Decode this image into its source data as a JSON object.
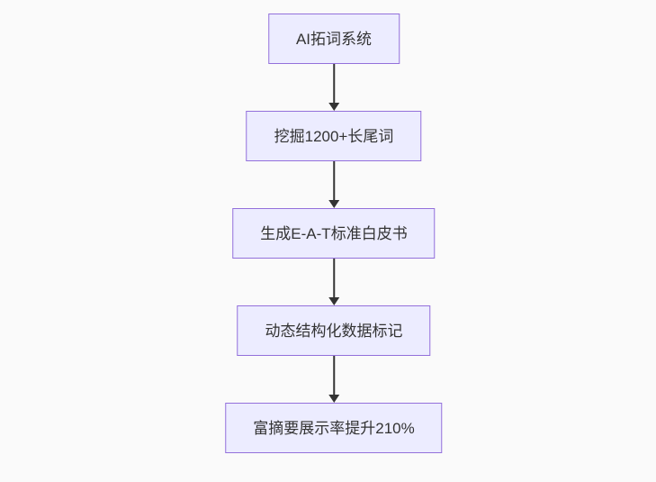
{
  "diagram": {
    "type": "flowchart",
    "direction": "top-down",
    "nodes": [
      {
        "label": "AI拓词系统"
      },
      {
        "label": "挖掘1200+长尾词"
      },
      {
        "label": "生成E-A-T标准白皮书"
      },
      {
        "label": "动态结构化数据标记"
      },
      {
        "label": "富摘要展示率提升210%"
      }
    ],
    "connections": [
      {
        "from": "AI拓词系统",
        "to": "挖掘1200+长尾词"
      },
      {
        "from": "挖掘1200+长尾词",
        "to": "生成E-A-T标准白皮书"
      },
      {
        "from": "生成E-A-T标准白皮书",
        "to": "动态结构化数据标记"
      },
      {
        "from": "动态结构化数据标记",
        "to": "富摘要展示率提升210%"
      }
    ],
    "colors": {
      "background": "#fafafa",
      "node_fill": "#ececff",
      "node_border": "#9370db",
      "text_color": "#333333",
      "arrow_color": "#333333"
    }
  }
}
